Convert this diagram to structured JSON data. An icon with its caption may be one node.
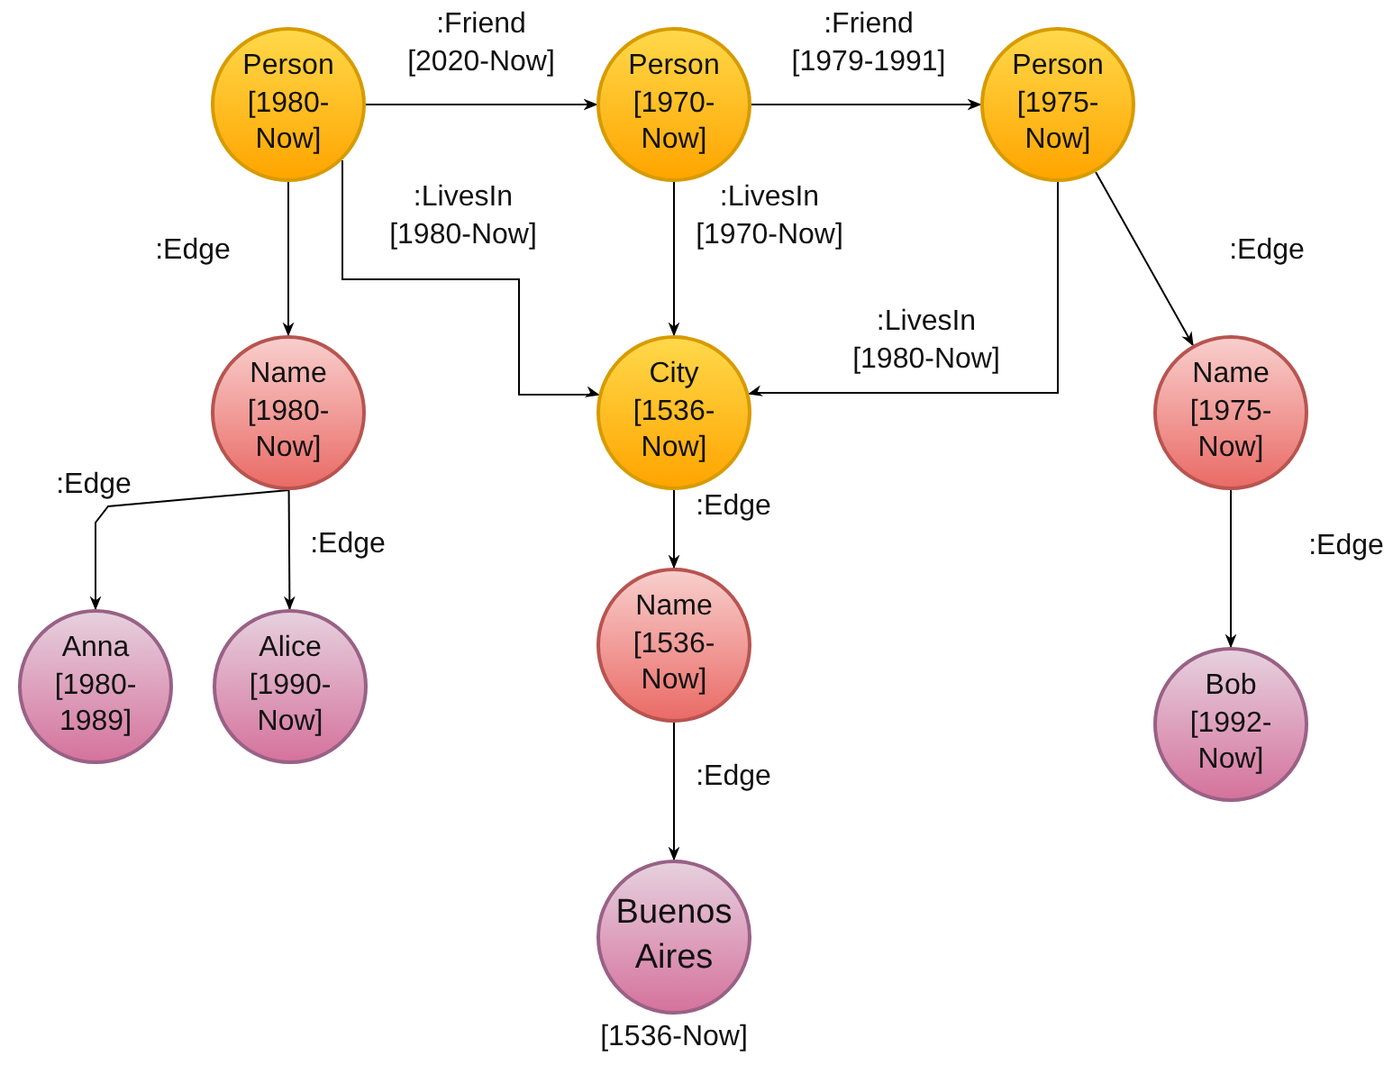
{
  "diagram": {
    "nodes": [
      {
        "text": [
          "Person [1980-Now]"
        ]
      },
      {
        "text": [
          "Person [1970-Now]"
        ]
      },
      {
        "text": [
          "Person [1975-Now]"
        ]
      },
      {
        "text": [
          "Name [1980-Now]"
        ]
      },
      {
        "text": [
          "City [1536-Now]"
        ]
      },
      {
        "text": [
          "Name [1975-Now]"
        ]
      },
      {
        "text": [
          "Anna [1980-1989]"
        ]
      },
      {
        "text": [
          "Alice [1990-Now]"
        ]
      },
      {
        "text": [
          "Name [1536-Now]"
        ]
      },
      {
        "text": [
          "Bob [1992-Now]"
        ]
      },
      {
        "text": [
          "Buenos Aires"
        ],
        "beside": [
          "[1536-Now]"
        ]
      }
    ],
    "edges": [
      {
        "from": 0,
        "to": 1,
        "arrow": "to",
        "label": ":Friend [2020-Now]"
      },
      {
        "from": 1,
        "to": 2,
        "arrow": "to",
        "label": ":Friend [1979-1991]"
      },
      {
        "from": 0,
        "to": 3,
        "arrow": "to",
        "label": ":Edge"
      },
      {
        "from": 0,
        "to": 4,
        "arrow": "to",
        "label": ":LivesIn [1980-Now]"
      },
      {
        "from": 1,
        "to": 4,
        "arrow": "to",
        "label": ":LivesIn [1970-Now]"
      },
      {
        "from": 2,
        "to": 4,
        "arrow": "to",
        "label": ":LivesIn [1980-Now]"
      },
      {
        "from": 2,
        "to": 5,
        "arrow": "to",
        "label": ":Edge"
      },
      {
        "from": 3,
        "to": 6,
        "arrow": "to",
        "label": ":Edge"
      },
      {
        "from": 3,
        "to": 7,
        "arrow": "to",
        "label": ":Edge"
      },
      {
        "from": 4,
        "to": 8,
        "arrow": "to",
        "label": ":Edge"
      },
      {
        "from": 5,
        "to": 9,
        "arrow": "to",
        "label": ":Edge"
      },
      {
        "from": 8,
        "to": 10,
        "arrow": "to",
        "label": ":Edge"
      }
    ]
  }
}
